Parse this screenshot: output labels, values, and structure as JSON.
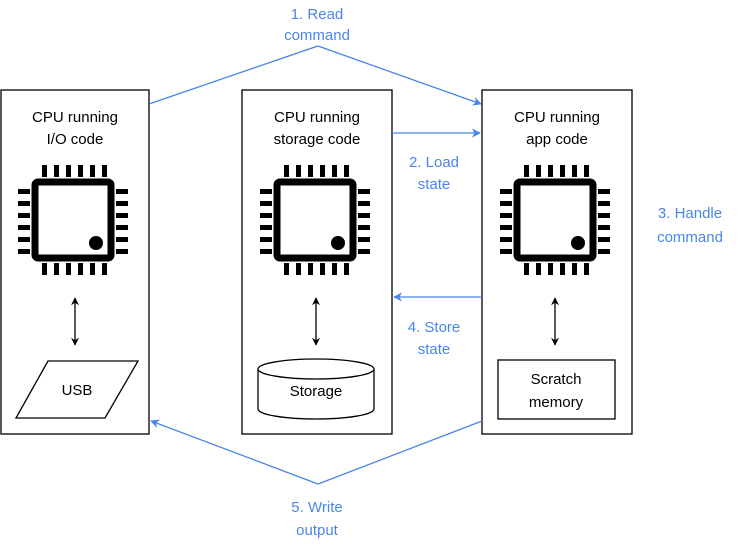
{
  "colors": {
    "accent": "#4a86e8",
    "stroke": "#000000",
    "background": "#ffffff"
  },
  "boxes": {
    "io": {
      "title_line1": "CPU running",
      "title_line2": "I/O code",
      "component_label": "USB",
      "chip_icon": "cpu-chip-icon",
      "component_icon": "parallelogram-io-icon"
    },
    "storage": {
      "title_line1": "CPU running",
      "title_line2": "storage code",
      "component_label": "Storage",
      "chip_icon": "cpu-chip-icon",
      "component_icon": "cylinder-storage-icon"
    },
    "app": {
      "title_line1": "CPU running",
      "title_line2": "app code",
      "component_label_line1": "Scratch",
      "component_label_line2": "memory",
      "chip_icon": "cpu-chip-icon",
      "component_icon": "rectangle-memory-icon"
    }
  },
  "steps": {
    "step1": {
      "line1": "1. Read",
      "line2": "command"
    },
    "step2": {
      "line1": "2. Load",
      "line2": "state"
    },
    "step3": {
      "line1": "3. Handle",
      "line2": "command"
    },
    "step4": {
      "line1": "4. Store",
      "line2": "state"
    },
    "step5": {
      "line1": "5. Write",
      "line2": "output"
    }
  }
}
